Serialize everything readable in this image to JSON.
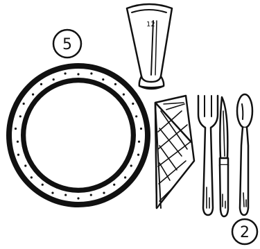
{
  "illustration": {
    "labels": {
      "plate_number": "5",
      "cutlery_number": "2",
      "glass_mark": "12"
    },
    "items": [
      "dinner-plate",
      "water-glass",
      "folded-napkin",
      "fork",
      "knife",
      "spoon"
    ],
    "colors": {
      "ink": "#111111",
      "background": "#ffffff"
    }
  }
}
